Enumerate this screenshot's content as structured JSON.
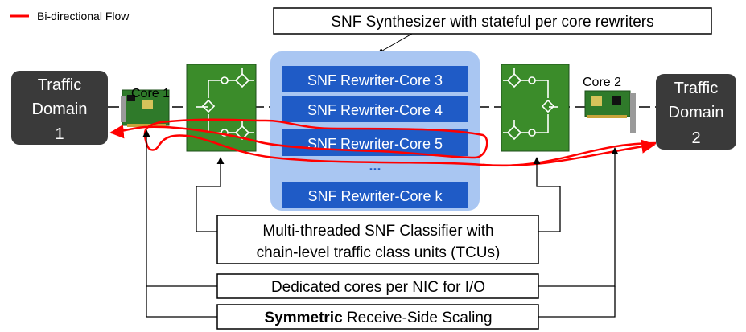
{
  "legend": {
    "label": "Bi-directional Flow",
    "color": "#ff0000"
  },
  "synthesizer_label": "SNF Synthesizer with stateful per core rewriters",
  "domains": {
    "left": {
      "line1": "Traffic",
      "line2": "Domain",
      "line3": "1"
    },
    "right": {
      "line1": "Traffic",
      "line2": "Domain",
      "line3": "2"
    }
  },
  "nics": {
    "left_core": "Core 1",
    "right_core": "Core 2"
  },
  "rewriters": [
    "SNF Rewriter-Core 3",
    "SNF Rewriter-Core 4",
    "SNF Rewriter-Core 5",
    "SNF Rewriter-Core k"
  ],
  "ellipsis": "...",
  "classifier": {
    "line1": "Multi-threaded SNF Classifier with",
    "line2": "chain-level traffic class units (TCUs)"
  },
  "dedicated_cores": "Dedicated cores per NIC for I/O",
  "rss": {
    "bold": "Symmetric",
    "rest": " Receive-Side Scaling"
  },
  "colors": {
    "domain_box": "#3a3a3a",
    "synth_panel": "#a9c6f2",
    "rewriter_box": "#1f5bc6",
    "switch_box": "#3b8c2a",
    "flow": "#ff0000"
  }
}
